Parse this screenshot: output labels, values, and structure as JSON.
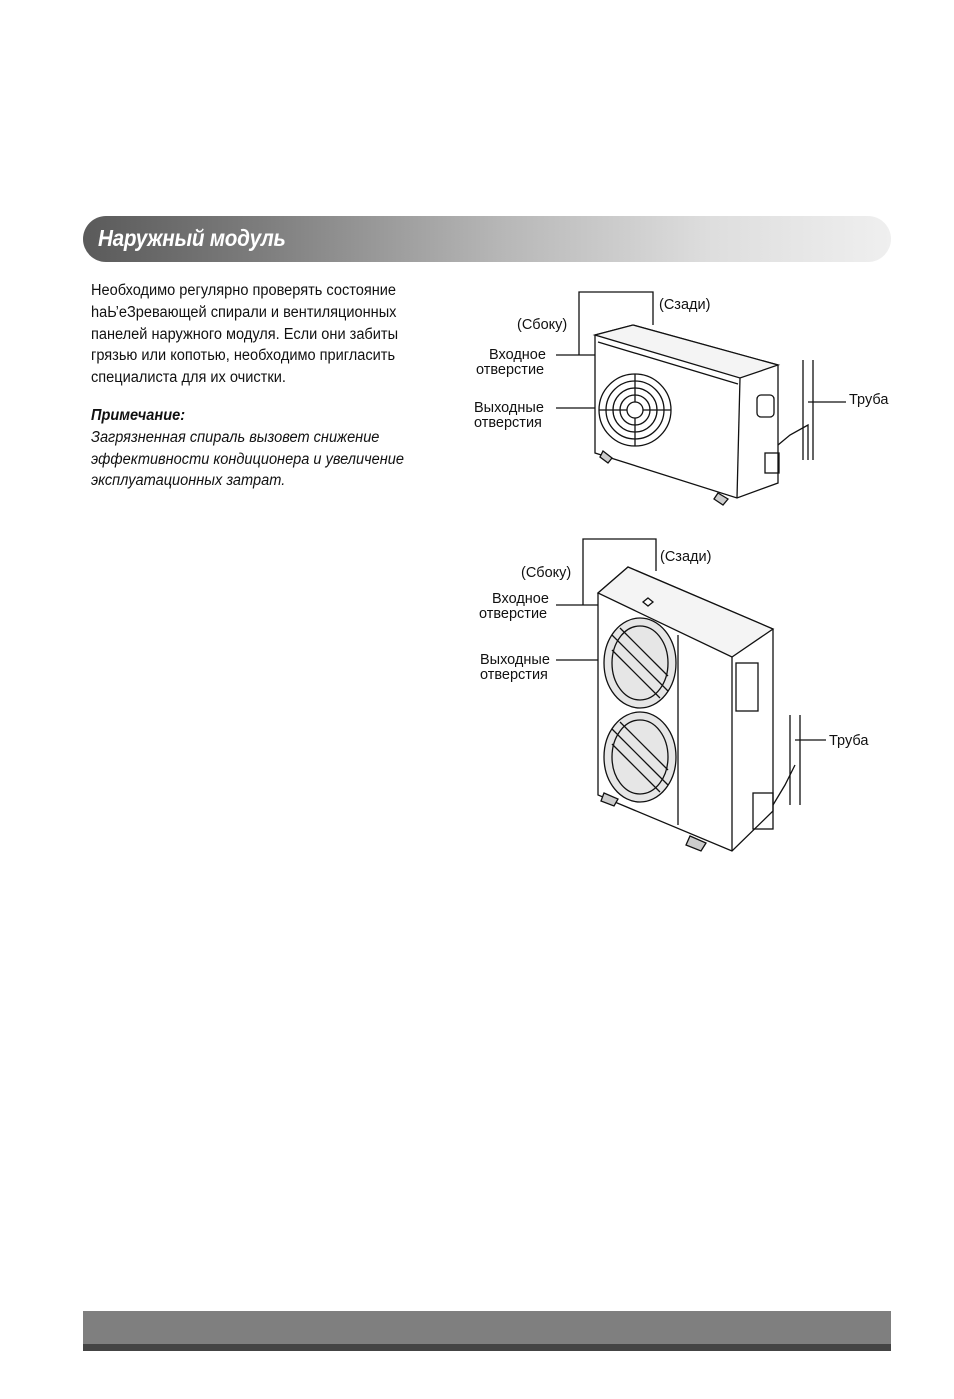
{
  "header": {
    "title": "Наружный модуль"
  },
  "intro": {
    "lines": [
      "Необходимо регулярно проверять состояние",
      "haЬ’еЗревающей спирали и вентиляционных",
      "панелей наружного модуля. Если они забиты",
      "грязью или копотью, необходимо пригласить",
      "специалиста для их очистки."
    ]
  },
  "note": {
    "title": "Примечание:",
    "lines": [
      "Загрязненная спираль вызовет снижение",
      "эффективности кондиционера и увеличение",
      "эксплуатационных затрат."
    ]
  },
  "figure1": {
    "rear": "(Сзади)",
    "side": "(Сбоку)",
    "inlet_1": "Входное",
    "inlet_2": "отверстие",
    "outlet_1": "Выходные",
    "outlet_2": "отверстия",
    "pipe": "Труба"
  },
  "figure2": {
    "rear": "(Сзади)",
    "side": "(Сбоку)",
    "inlet_1": "Входное",
    "inlet_2": "отверстие",
    "outlet_1": "Выходные",
    "outlet_2": "отверстия",
    "pipe": "Труба"
  }
}
